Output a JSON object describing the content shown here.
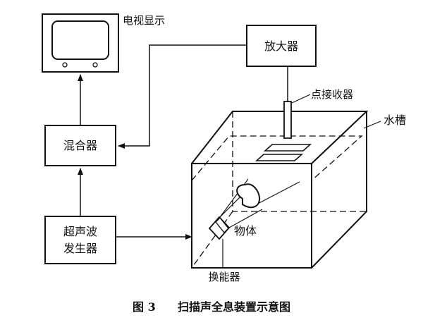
{
  "labels": {
    "tv_display": "电视显示",
    "amplifier": "放大器",
    "point_receiver": "点接收器",
    "water_tank": "水槽",
    "mixer": "混合器",
    "ultrasonic_line1": "超声波",
    "ultrasonic_line2": "发生器",
    "object": "物体",
    "transducer": "换能器"
  },
  "caption": {
    "figure_number": "图 3",
    "title": "扫描声全息装置示意图"
  }
}
